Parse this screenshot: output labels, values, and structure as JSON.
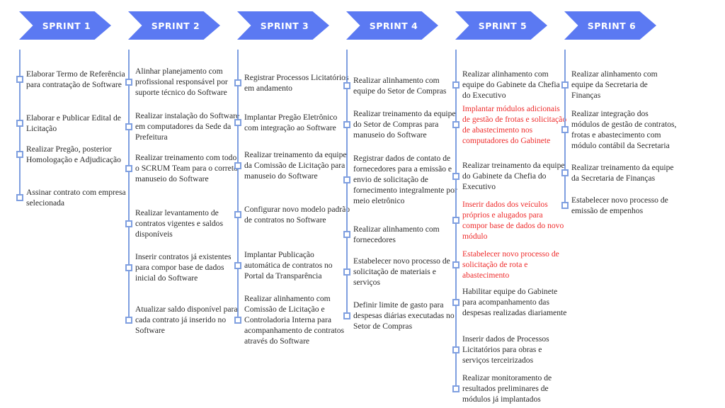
{
  "sprints": [
    {
      "label": "SPRINT 1",
      "items": [
        {
          "text": "Elaborar Termo de Referência para contratação de Software",
          "highlight": false
        },
        {
          "text": "Elaborar e Publicar Edital de Licitação",
          "highlight": false
        },
        {
          "text": "Realizar Pregão, posterior Homologação e Adjudicação",
          "highlight": false
        },
        {
          "text": "Assinar contrato com empresa selecionada",
          "highlight": false
        }
      ]
    },
    {
      "label": "SPRINT 2",
      "items": [
        {
          "text": "Alinhar planejamento com profissional responsável por suporte técnico do Software",
          "highlight": false
        },
        {
          "text": "Realizar instalação do Software em computadores da Sede da Prefeitura",
          "highlight": false
        },
        {
          "text": "Realizar treinamento com todo o SCRUM Team para o correto manuseio do Software",
          "highlight": false
        },
        {
          "text": "Realizar levantamento de contratos vigentes e saldos disponíveis",
          "highlight": false
        },
        {
          "text": "Inserir contratos já existentes para compor base de dados inicial do Software",
          "highlight": false
        },
        {
          "text": "Atualizar saldo disponível para cada contrato já inserido no Software",
          "highlight": false
        }
      ]
    },
    {
      "label": "SPRINT 3",
      "items": [
        {
          "text": "Registrar Processos Licitatórios em andamento",
          "highlight": false
        },
        {
          "text": "Implantar Pregão Eletrônico com integração ao Software",
          "highlight": false
        },
        {
          "text": "Realizar treinamento da equipe da Comissão de Licitação para manuseio do Software",
          "highlight": false
        },
        {
          "text": "Configurar novo modelo padrão de contratos no Software",
          "highlight": false
        },
        {
          "text": "Implantar Publicação automática de contratos no Portal da Transparência",
          "highlight": false
        },
        {
          "text": "Realizar alinhamento com Comissão de Licitação e Controladoria Interna para acompanhamento de contratos através do Software",
          "highlight": false
        }
      ]
    },
    {
      "label": "SPRINT 4",
      "items": [
        {
          "text": "Realizar alinhamento com equipe do Setor de Compras",
          "highlight": false
        },
        {
          "text": "Realizar treinamento da equipe do Setor de Compras para manuseio do Software",
          "highlight": false
        },
        {
          "text": "Registrar dados de contato de fornecedores para a emissão e envio de solicitação de fornecimento integralmente por meio eletrônico",
          "highlight": false
        },
        {
          "text": "Realizar alinhamento com fornecedores",
          "highlight": false
        },
        {
          "text": "Estabelecer novo processo de solicitação de materiais e serviços",
          "highlight": false
        },
        {
          "text": "Definir limite de gasto para despesas diárias executadas no Setor de Compras",
          "highlight": false
        }
      ]
    },
    {
      "label": "SPRINT 5",
      "items": [
        {
          "text": "Realizar alinhamento com equipe do Gabinete da Chefia do Executivo",
          "highlight": false
        },
        {
          "text": "Implantar módulos adicionais de gestão de frotas e solicitação de abastecimento nos computadores do Gabinete",
          "highlight": true
        },
        {
          "text": "Realizar treinamento da equipe do Gabinete da Chefia do Executivo",
          "highlight": false
        },
        {
          "text": "Inserir dados dos veículos próprios e alugados para compor base de dados do novo módulo",
          "highlight": true
        },
        {
          "text": "Estabelecer novo processo de solicitação de rota e abastecimento",
          "highlight": true
        },
        {
          "text": "Habilitar equipe do Gabinete para acompanhamento das despesas realizadas diariamente",
          "highlight": false
        },
        {
          "text": "Inserir dados de Processos Licitatórios para obras e serviços terceirizados",
          "highlight": false
        },
        {
          "text": "Realizar monitoramento de resultados preliminares de módulos já implantados",
          "highlight": false
        }
      ]
    },
    {
      "label": "SPRINT 6",
      "items": [
        {
          "text": "Realizar alinhamento com equipe da Secretaria de Finanças",
          "highlight": false
        },
        {
          "text": "Realizar integração dos módulos de gestão de contratos, frotas e abastecimento com módulo contábil da Secretaria",
          "highlight": false
        },
        {
          "text": "Realizar treinamento da equipe da Secretaria de Finanças",
          "highlight": false
        },
        {
          "text": "Estabelecer novo processo de emissão de empenhos",
          "highlight": false
        }
      ]
    }
  ],
  "colors": {
    "chevron": "#5b79f2",
    "timeline": "#7f9fe0",
    "highlight": "#ee2b2b",
    "text": "#2a2a2a"
  }
}
